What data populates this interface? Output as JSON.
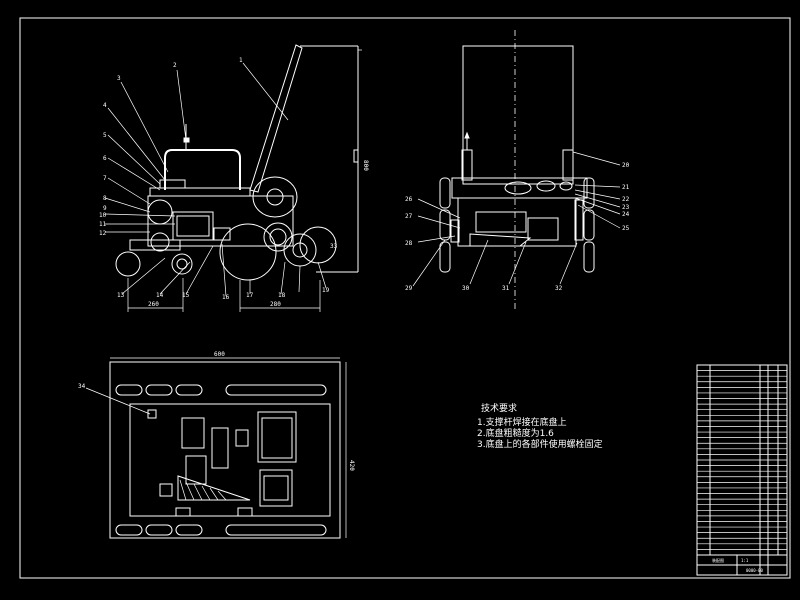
{
  "colors": {
    "background": "#000000",
    "line": "#ffffff"
  },
  "tech_requirements": {
    "title": "技术要求",
    "items": [
      "1.支撑杆焊接在底盘上",
      "2.底盘粗糙度为1.6",
      "3.底盘上的各部件使用螺栓固定"
    ]
  },
  "side_view": {
    "part_labels": [
      "1",
      "2",
      "3",
      "4",
      "5",
      "6",
      "7",
      "8",
      "9",
      "10",
      "11",
      "12",
      "13",
      "14",
      "15",
      "16",
      "17",
      "18",
      "19"
    ],
    "dimensions": {
      "height": "800",
      "left_span": "260",
      "right_span": "280"
    }
  },
  "front_view": {
    "part_labels": [
      "20",
      "21",
      "22",
      "23",
      "24",
      "25",
      "26",
      "27",
      "28",
      "29",
      "30",
      "31",
      "32",
      "33"
    ]
  },
  "top_view": {
    "part_labels": [
      "34"
    ],
    "dimensions": {
      "width": "600",
      "depth": "420"
    }
  },
  "title_block": {
    "drawing_name": "装配图",
    "drawing_number": "0000-00",
    "scale": "1:1"
  }
}
